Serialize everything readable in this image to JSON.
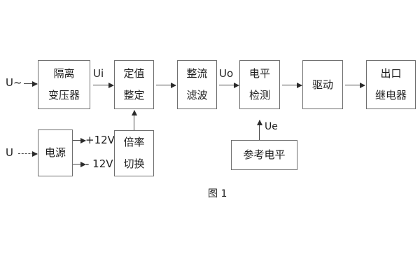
{
  "figure": {
    "caption": "图 1",
    "line_color": "#6f6f6f",
    "arrow_color": "#2b2b2b",
    "text_color": "#1d1d1d",
    "background": "#ffffff"
  },
  "blocks": [
    {
      "id": "isolation-transformer",
      "lines": [
        "隔离",
        "变压器"
      ]
    },
    {
      "id": "setting-value",
      "lines": [
        "定值",
        "整定"
      ]
    },
    {
      "id": "rectify-filter",
      "lines": [
        "整流",
        "滤波"
      ]
    },
    {
      "id": "level-detection",
      "lines": [
        "电平",
        "检测"
      ]
    },
    {
      "id": "drive",
      "lines": [
        "驱动"
      ]
    },
    {
      "id": "output-relay",
      "lines": [
        "出口",
        "继电器"
      ]
    },
    {
      "id": "power-supply",
      "lines": [
        "电源"
      ]
    },
    {
      "id": "multiplier-switch",
      "lines": [
        "倍率",
        "切换"
      ]
    },
    {
      "id": "reference-level",
      "lines": [
        "参考电平"
      ]
    }
  ],
  "signals": {
    "input_ac": "U~",
    "input_dc": "U",
    "ui": "Ui",
    "uo": "Uo",
    "ue": "Ue",
    "rail_positive": "+12V",
    "rail_negative": "- 12V"
  }
}
